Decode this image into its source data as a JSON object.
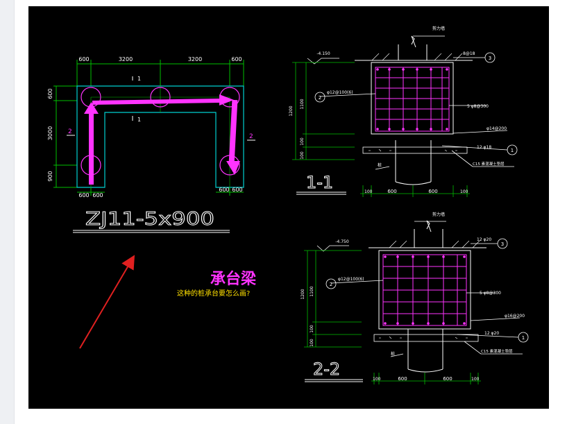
{
  "colors": {
    "background": "#000000",
    "line": "#ffffff",
    "dimension": "#00c000",
    "rebar": "#ff33ff",
    "outline": "#00d0d0",
    "note": "#ffe000",
    "pointer_arrow": "#e02020"
  },
  "plan": {
    "title": "ZJ11-5x900",
    "dims_top": [
      "600",
      "3200",
      "3200",
      "600"
    ],
    "dims_left": [
      "600",
      "3000",
      "900"
    ],
    "dims_bottom_left": [
      "600",
      "600"
    ],
    "dims_bottom_right": [
      "600",
      "600"
    ],
    "section_mark": "1",
    "section_label": "2"
  },
  "section1": {
    "title": "1-1",
    "elevation": "-4.150",
    "wall_label": "剪力墙",
    "rebar_top": "8@18",
    "rebar_side": "φ12@100(6)",
    "stirrup": "5 φ8@300",
    "rebar_side2": "φ14@200",
    "rebar_bottom": "12 φ18",
    "pile_label": "桩",
    "concrete_label": "C15 素混凝土垫层",
    "circle_top": "3",
    "circle_mid": "2",
    "circle_bot": "1",
    "dims_left": [
      "1200",
      "1100",
      "100",
      "100"
    ],
    "dims_bottom": [
      "100",
      "600",
      "600",
      "100"
    ]
  },
  "section2": {
    "title": "2-2",
    "elevation": "-4.750",
    "wall_label": "剪力墙",
    "rebar_top": "12 φ20",
    "rebar_side": "φ12@100(6)",
    "stirrup": "5 φ8@300",
    "rebar_side2": "φ16@200",
    "rebar_bottom": "12 φ20",
    "pile_label": "桩",
    "concrete_label": "C15 素混凝土垫层",
    "circle_top": "3",
    "circle_mid": "2",
    "circle_bot": "1",
    "dims_left": [
      "1200",
      "1100",
      "100",
      "100"
    ],
    "dims_bottom": [
      "100",
      "600",
      "600",
      "100"
    ]
  },
  "annotation": {
    "heading": "承台梁",
    "question": "这种的桩承台要怎么画?"
  }
}
